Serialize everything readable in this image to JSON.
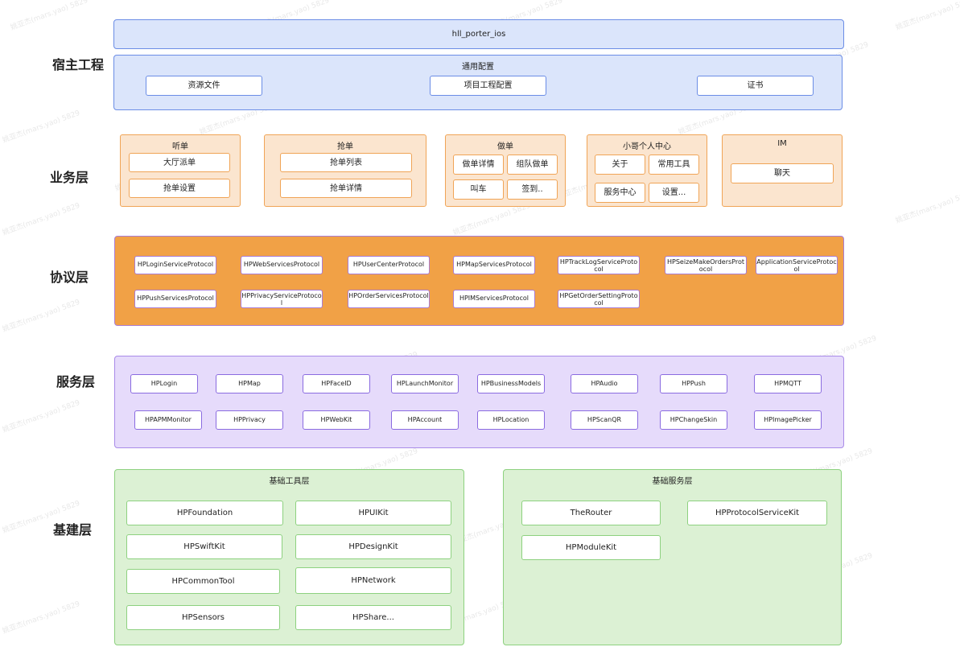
{
  "layers": {
    "host": "宿主工程",
    "business": "业务层",
    "protocol": "协议层",
    "service": "服务层",
    "infra": "基建层"
  },
  "host": {
    "app": "hll_porter_ios",
    "common_title": "通用配置",
    "items": [
      "资源文件",
      "项目工程配置",
      "证书"
    ]
  },
  "business": {
    "groups": [
      {
        "title": "听单",
        "items": [
          "大厅派单",
          "抢单设置"
        ]
      },
      {
        "title": "抢单",
        "items": [
          "抢单列表",
          "抢单详情"
        ]
      },
      {
        "title": "做单",
        "items": [
          "做单详情",
          "组队做单",
          "叫车",
          "签到.."
        ]
      },
      {
        "title": "小哥个人中心",
        "items": [
          "关于",
          "常用工具",
          "服务中心",
          "设置..."
        ]
      },
      {
        "title": "IM",
        "items": [
          "聊天"
        ]
      }
    ]
  },
  "protocols": [
    "HPLoginServiceProtocol",
    "HPWebServicesProtocol",
    "HPUserCenterProtocol",
    "HPMapServicesProtocol",
    "HPTrackLogServiceProtocol",
    "HPSeizeMakeOrdersProtocol",
    "ApplicationServiceProtocol",
    "HPPushServicesProtocol",
    "HPPrivacyServiceProtocol",
    "HPOrderServicesProtocol",
    "HPIMServicesProtocol",
    "HPGetOrderSettingProtocol"
  ],
  "services": [
    "HPLogin",
    "HPMap",
    "HPFaceID",
    "HPLaunchMonitor",
    "HPBusinessModels",
    "HPAudio",
    "HPPush",
    "HPMQTT",
    "HPAPMMonitor",
    "HPPrivacy",
    "HPWebKit",
    "HPAccount",
    "HPLocation",
    "HPScanQR",
    "HPChangeSkin",
    "HPImagePicker"
  ],
  "infra": {
    "tools_title": "基础工具层",
    "tools": [
      "HPFoundation",
      "HPUIKit",
      "HPSwiftKit",
      "HPDesignKit",
      "HPCommonTool",
      "HPNetwork",
      "HPSensors",
      "HPShare..."
    ],
    "base_title": "基础服务层",
    "base": [
      "TheRouter",
      "HPProtocolServiceKit",
      "HPModuleKit"
    ]
  },
  "watermark": "姚亚杰(mars.yao) 5829"
}
